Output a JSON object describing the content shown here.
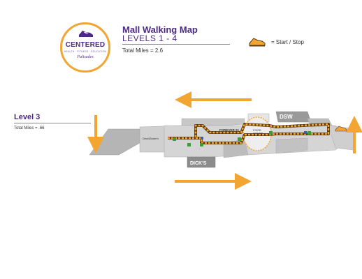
{
  "logo": {
    "brand": "CENTERED",
    "tagline": "HEALTH · FITNESS · EDUCATION",
    "sub_brand": "Palisades"
  },
  "header": {
    "title": "Mall Walking Map",
    "subtitle": "LEVELS 1 - 4",
    "total_miles": "Total Miles = 2.6"
  },
  "legend": {
    "icon": "sneaker-icon",
    "label": "= Start / Stop"
  },
  "level": {
    "title": "Level 3",
    "total_miles": "Total Miles = .66"
  },
  "stores": {
    "dsw": "DSW",
    "forever21": "FOREVER 21",
    "food_court": "FOOD\nCOURT",
    "dicks": "DICK'S",
    "dave_busters": "Dave&Buster's"
  },
  "colors": {
    "route_orange": "#f2a531",
    "brand_purple": "#4b2a83",
    "building_gray": "#c8c8c8",
    "dark_gray": "#9a9a9a"
  }
}
